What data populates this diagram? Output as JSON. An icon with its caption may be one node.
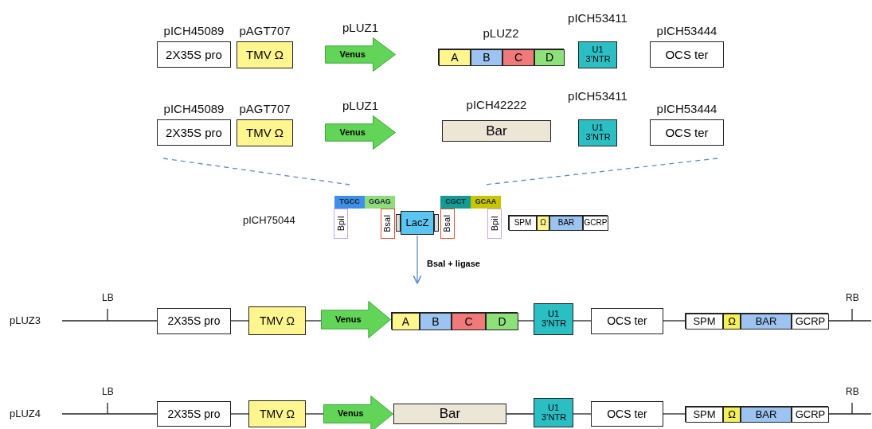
{
  "diagram": {
    "nodes": [
      {
        "text": [
          "pICH45089",
          "2X35S pro"
        ]
      },
      {
        "text": [
          "pAGT707",
          "TMV Ω"
        ]
      },
      {
        "text": [
          "pLUZ1",
          "Venus"
        ]
      },
      {
        "text": [
          "pLUZ2"
        ]
      },
      {
        "text": [
          "A"
        ],
        "in": 3
      },
      {
        "text": [
          "B"
        ],
        "in": 3
      },
      {
        "text": [
          "C"
        ],
        "in": 3
      },
      {
        "text": [
          "D"
        ],
        "in": 3
      },
      {
        "text": [
          "pICH53411",
          "U1 3’NTR"
        ]
      },
      {
        "text": [
          "pICH53444",
          "OCS ter"
        ]
      },
      {
        "text": [
          "pICH45089",
          "2X35S pro"
        ]
      },
      {
        "text": [
          "pAGT707",
          "TMV Ω"
        ]
      },
      {
        "text": [
          "pLUZ1",
          "Venus"
        ]
      },
      {
        "text": [
          "pICH42222",
          "Bar"
        ]
      },
      {
        "text": [
          "pICH53411",
          "U1 3’NTR"
        ]
      },
      {
        "text": [
          "pICH53444",
          "OCS ter"
        ]
      },
      {
        "text": [
          "TGCC"
        ]
      },
      {
        "text": [
          "GGAG"
        ]
      },
      {
        "text": [
          "CGCT"
        ]
      },
      {
        "text": [
          "GCAA"
        ]
      },
      {
        "text": [
          "BpiI"
        ]
      },
      {
        "text": [
          "BsaI"
        ]
      },
      {
        "text": [
          "LacZ"
        ]
      },
      {
        "text": [
          "BsaI"
        ]
      },
      {
        "text": [
          "BpiI"
        ]
      },
      {
        "text": [],
        "shape": "box"
      },
      {
        "text": [
          "SPM"
        ],
        "in": 25
      },
      {
        "text": [
          "Ω"
        ],
        "in": 25
      },
      {
        "text": [
          "BAR"
        ],
        "in": 25
      },
      {
        "text": [
          "GCRP"
        ],
        "in": 25
      },
      {
        "text": [
          "2X35S pro"
        ]
      },
      {
        "text": [
          "TMV Ω"
        ]
      },
      {
        "text": [
          "Venus"
        ]
      },
      {
        "text": [],
        "shape": "box"
      },
      {
        "text": [
          "A"
        ],
        "in": 33
      },
      {
        "text": [
          "B"
        ],
        "in": 33
      },
      {
        "text": [
          "C"
        ],
        "in": 33
      },
      {
        "text": [
          "D"
        ],
        "in": 33
      },
      {
        "text": [
          "U1 3’NTR"
        ]
      },
      {
        "text": [
          "OCS ter"
        ]
      },
      {
        "text": [],
        "shape": "box"
      },
      {
        "text": [
          "SPM"
        ],
        "in": 40
      },
      {
        "text": [
          "Ω"
        ],
        "in": 40
      },
      {
        "text": [
          "BAR"
        ],
        "in": 40
      },
      {
        "text": [
          "GCRP"
        ],
        "in": 40
      },
      {
        "text": [
          "2X35S pro"
        ]
      },
      {
        "text": [
          "TMV Ω"
        ]
      },
      {
        "text": [
          "Venus"
        ]
      },
      {
        "text": [
          "Bar"
        ]
      },
      {
        "text": [
          "U1 3’NTR"
        ]
      },
      {
        "text": [
          "OCS ter"
        ]
      },
      {
        "text": [],
        "shape": "box"
      },
      {
        "text": [
          "SPM"
        ],
        "in": 51
      },
      {
        "text": [
          "Ω"
        ],
        "in": 51
      },
      {
        "text": [
          "BAR"
        ],
        "in": 51
      },
      {
        "text": [
          "GCRP"
        ],
        "in": 51
      }
    ],
    "edges": [
      {
        "from": 10,
        "to": 16,
        "arrow": "none",
        "style": "dashed",
        "color": "#5b8bc9"
      },
      {
        "from": 15,
        "to": 19,
        "arrow": "none",
        "style": "dashed",
        "color": "#5b8bc9"
      },
      {
        "from": 22,
        "to": null,
        "arrow": "to",
        "label": "BsaI + ligase",
        "color": "#5b8bc9"
      },
      {
        "from": 30,
        "to": 31,
        "arrow": "none"
      },
      {
        "from": 31,
        "to": 32,
        "arrow": "none"
      },
      {
        "from": 33,
        "to": 38,
        "arrow": "none"
      },
      {
        "from": 38,
        "to": 39,
        "arrow": "none"
      },
      {
        "from": 39,
        "to": 40,
        "arrow": "none"
      },
      {
        "from": 45,
        "to": 46,
        "arrow": "none"
      },
      {
        "from": 46,
        "to": 47,
        "arrow": "none"
      },
      {
        "from": 48,
        "to": 49,
        "arrow": "none"
      },
      {
        "from": 49,
        "to": 50,
        "arrow": "none"
      },
      {
        "from": 50,
        "to": 51,
        "arrow": "none"
      }
    ],
    "labels": [
      "pICH75044",
      "LB",
      "RB",
      "pLUZ3",
      "LB",
      "RB",
      "pLUZ4"
    ]
  }
}
